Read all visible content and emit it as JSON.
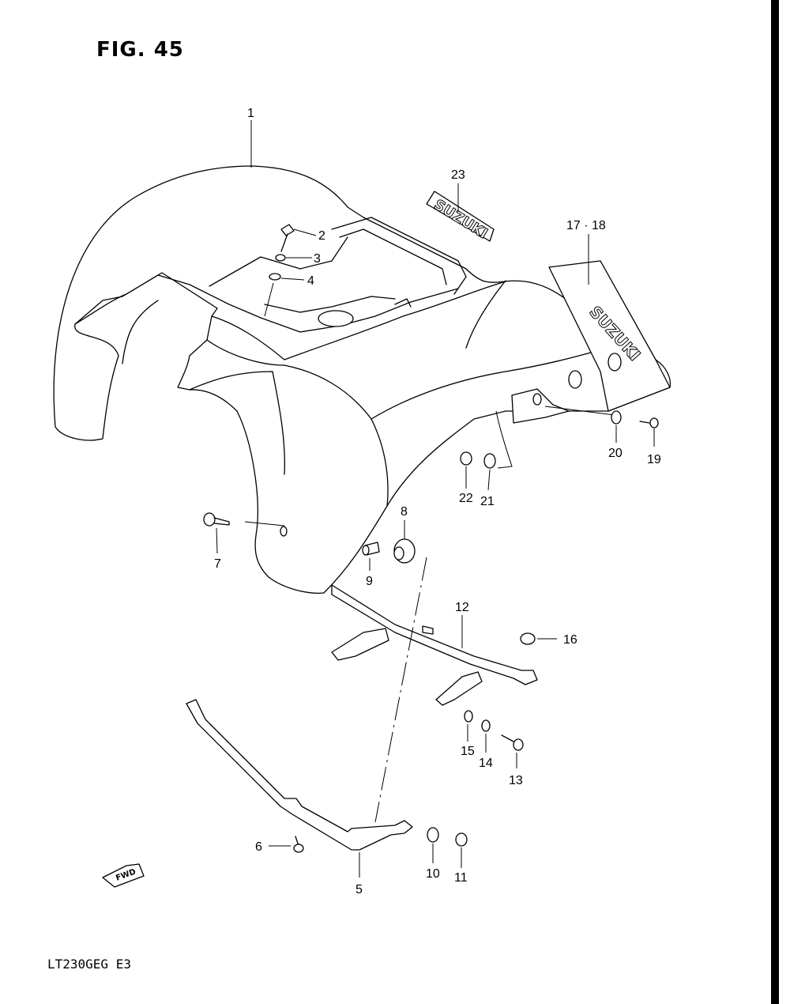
{
  "figure": {
    "title": "FIG. 45",
    "model_code": "LT230GEG  E3"
  },
  "decal_text": {
    "emblem": "SUZUKI",
    "fender_decal": "SUZUKI"
  },
  "fwd_badge": "FWD",
  "callouts": [
    {
      "id": "c1",
      "label": "1"
    },
    {
      "id": "c2",
      "label": "2"
    },
    {
      "id": "c3",
      "label": "3"
    },
    {
      "id": "c4",
      "label": "4"
    },
    {
      "id": "c5",
      "label": "5"
    },
    {
      "id": "c6",
      "label": "6"
    },
    {
      "id": "c7",
      "label": "7"
    },
    {
      "id": "c8",
      "label": "8"
    },
    {
      "id": "c9",
      "label": "9"
    },
    {
      "id": "c10",
      "label": "10"
    },
    {
      "id": "c11",
      "label": "11"
    },
    {
      "id": "c12",
      "label": "12"
    },
    {
      "id": "c13",
      "label": "13"
    },
    {
      "id": "c14",
      "label": "14"
    },
    {
      "id": "c15",
      "label": "15"
    },
    {
      "id": "c16",
      "label": "16"
    },
    {
      "id": "c1718",
      "label": "17 · 18"
    },
    {
      "id": "c19",
      "label": "19"
    },
    {
      "id": "c20",
      "label": "20"
    },
    {
      "id": "c21",
      "label": "21"
    },
    {
      "id": "c22",
      "label": "22"
    },
    {
      "id": "c23",
      "label": "23"
    }
  ]
}
